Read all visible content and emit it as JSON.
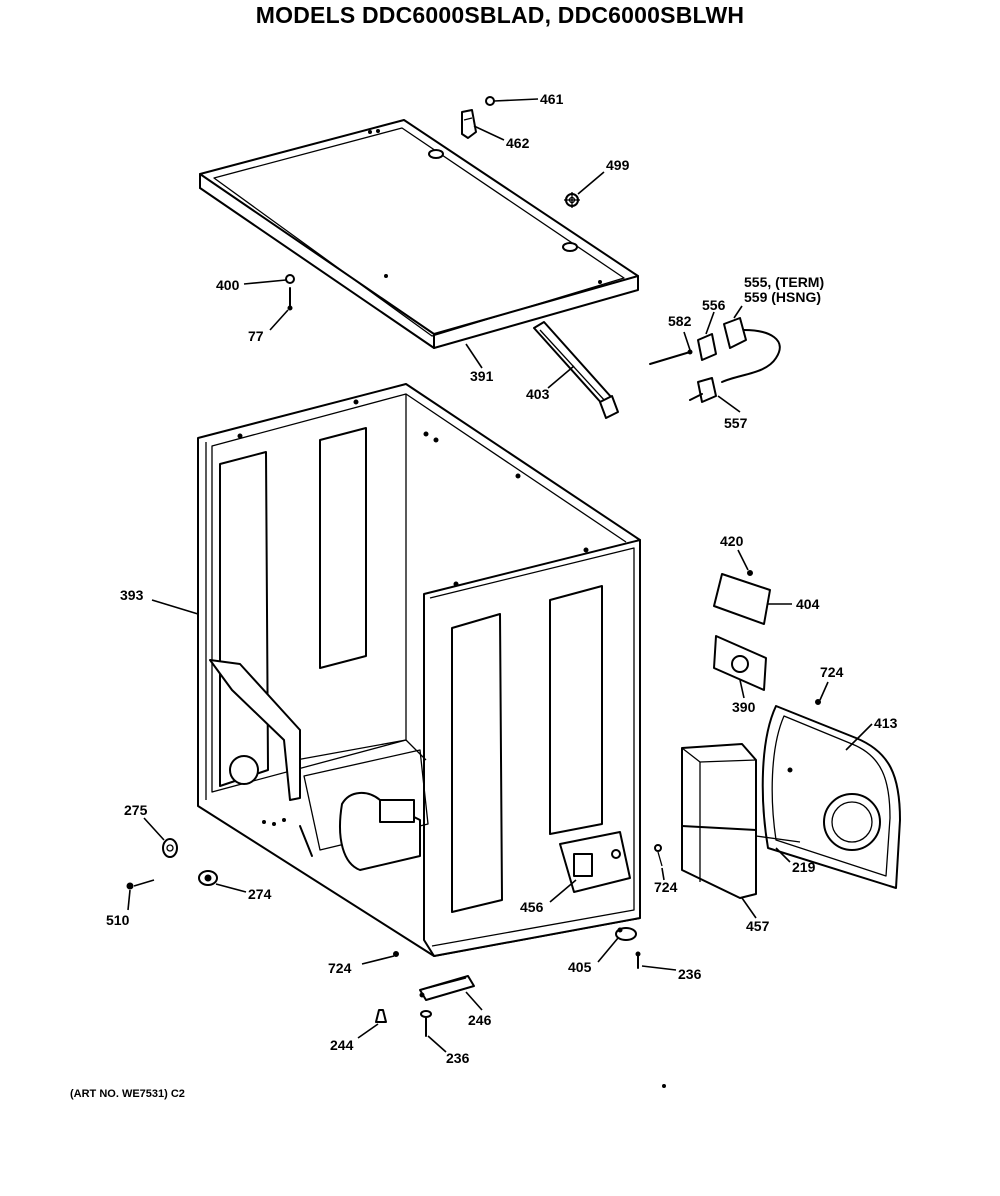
{
  "title": "MODELS DDC6000SBLAD, DDC6000SBLWH",
  "art_number": "(ART NO. WE7531) C2",
  "parts": [
    {
      "id": "p461",
      "label": "461"
    },
    {
      "id": "p462",
      "label": "462"
    },
    {
      "id": "p499",
      "label": "499"
    },
    {
      "id": "p400",
      "label": "400"
    },
    {
      "id": "p77",
      "label": "77"
    },
    {
      "id": "p391",
      "label": "391"
    },
    {
      "id": "p403",
      "label": "403"
    },
    {
      "id": "p555",
      "label": "555, (TERM)"
    },
    {
      "id": "p559",
      "label": "559 (HSNG)"
    },
    {
      "id": "p556",
      "label": "556"
    },
    {
      "id": "p582",
      "label": "582"
    },
    {
      "id": "p557",
      "label": "557"
    },
    {
      "id": "p393",
      "label": "393"
    },
    {
      "id": "p420",
      "label": "420"
    },
    {
      "id": "p404",
      "label": "404"
    },
    {
      "id": "p724a",
      "label": "724"
    },
    {
      "id": "p390",
      "label": "390"
    },
    {
      "id": "p413",
      "label": "413"
    },
    {
      "id": "p275",
      "label": "275"
    },
    {
      "id": "p274",
      "label": "274"
    },
    {
      "id": "p510",
      "label": "510"
    },
    {
      "id": "p456",
      "label": "456"
    },
    {
      "id": "p724b",
      "label": "724"
    },
    {
      "id": "p219",
      "label": "219"
    },
    {
      "id": "p457",
      "label": "457"
    },
    {
      "id": "p724c",
      "label": "724"
    },
    {
      "id": "p405",
      "label": "405"
    },
    {
      "id": "p236a",
      "label": "236"
    },
    {
      "id": "p246",
      "label": "246"
    },
    {
      "id": "p244",
      "label": "244"
    },
    {
      "id": "p236b",
      "label": "236"
    }
  ]
}
